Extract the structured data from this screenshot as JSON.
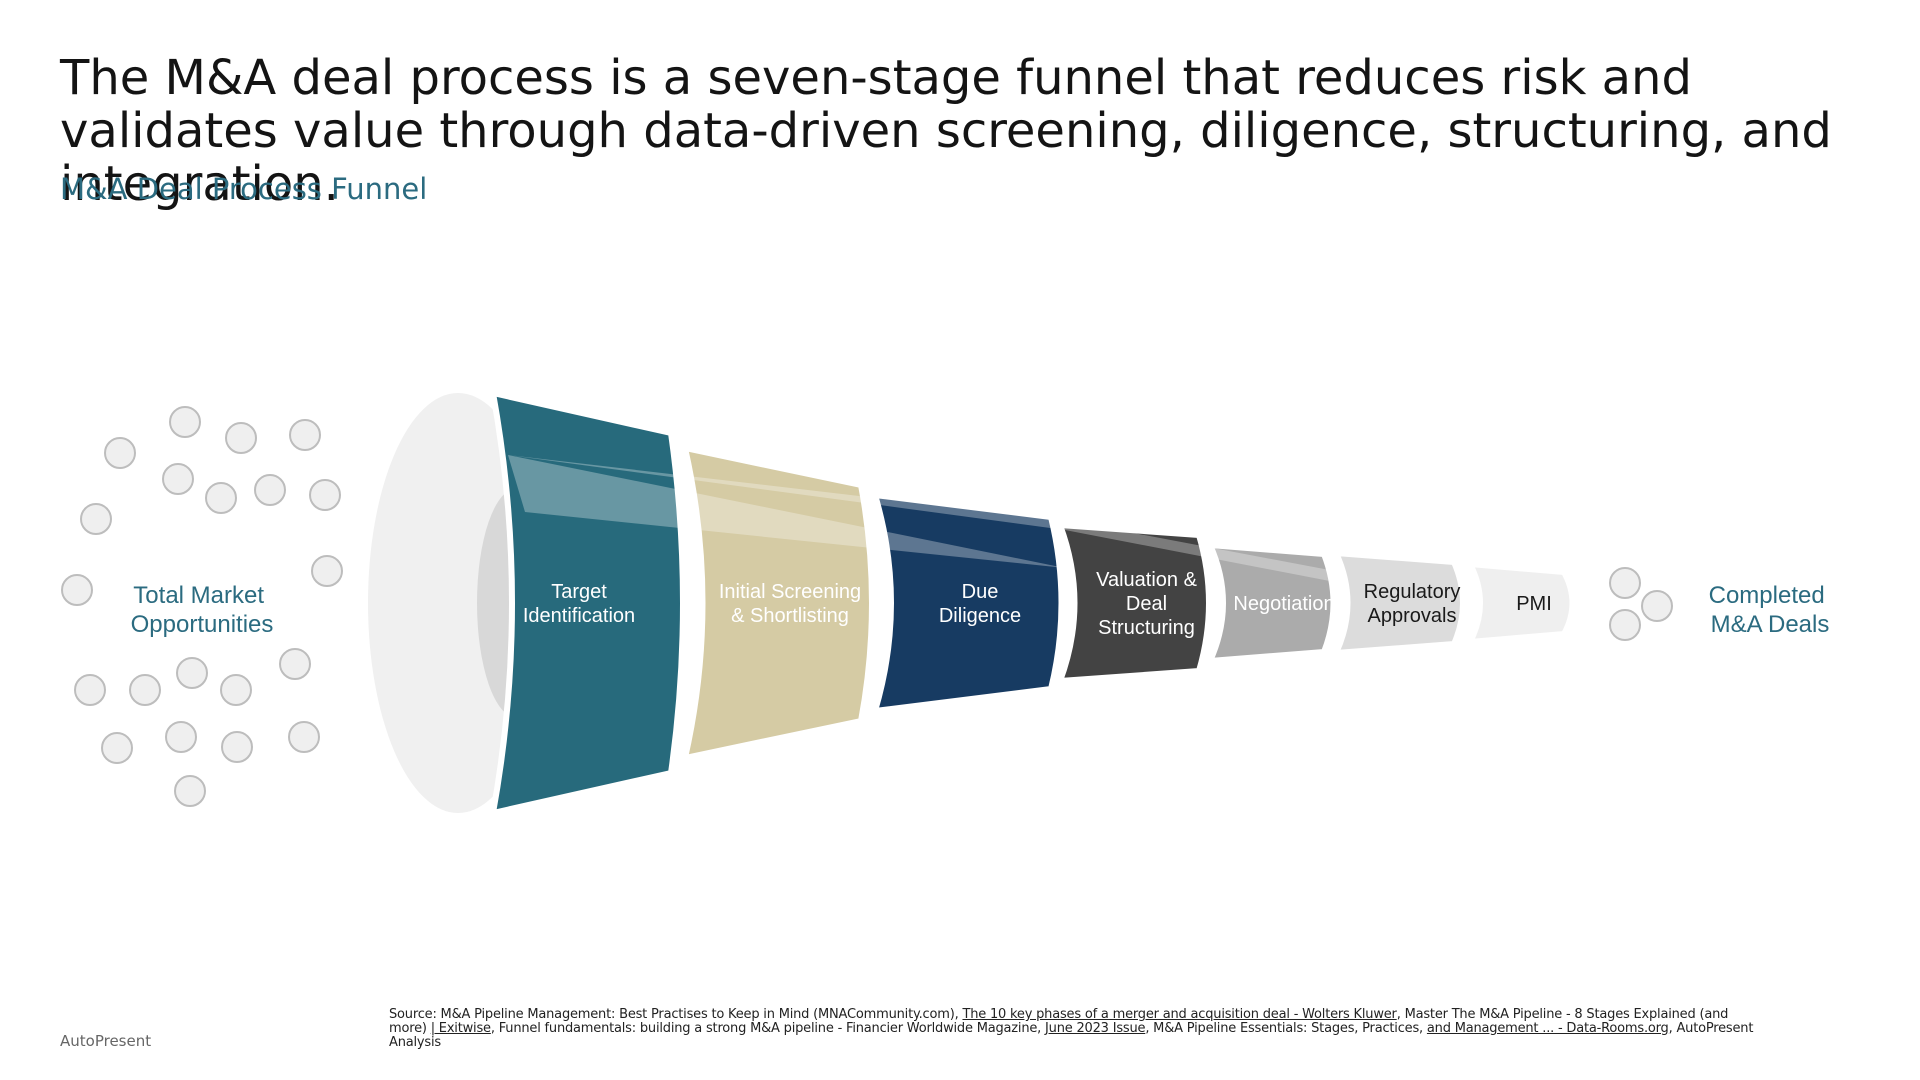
{
  "slide": {
    "title": "The M&A deal process is a seven-stage funnel that reduces risk and validates value through data-driven screening, diligence, structuring, and integration.",
    "subtitle": "M&A Deal Process Funnel"
  },
  "funnel": {
    "input_label": [
      "Total Market",
      "Opportunities"
    ],
    "output_label": [
      "Completed",
      "M&A Deals"
    ],
    "stages": [
      {
        "lines": [
          "Target",
          "Identification"
        ],
        "fill": "#276a7c",
        "text_color": "#ffffff"
      },
      {
        "lines": [
          "Initial Screening",
          "& Shortlisting"
        ],
        "fill": "#d5cba4",
        "text_color": "#ffffff"
      },
      {
        "lines": [
          "Due",
          "Diligence"
        ],
        "fill": "#173b62",
        "text_color": "#ffffff"
      },
      {
        "lines": [
          "Valuation &",
          "Deal",
          "Structuring"
        ],
        "fill": "#434343",
        "text_color": "#ffffff"
      },
      {
        "lines": [
          "Negotiation"
        ],
        "fill": "#ababab",
        "text_color": "#ffffff"
      },
      {
        "lines": [
          "Regulatory",
          "Approvals"
        ],
        "fill": "#dcdcdc",
        "text_color": "#1a1a1a"
      },
      {
        "lines": [
          "PMI"
        ],
        "fill": "#efefef",
        "text_color": "#1a1a1a"
      }
    ],
    "colors": {
      "accent": "#2b6b80",
      "bubble_fill": "#efefef",
      "bubble_stroke": "#bdbdbd",
      "mouth": "#f0f0f0"
    }
  },
  "footer": {
    "source_parts": [
      {
        "text": "Source: M&A Pipeline Management: Best Practises to Keep in Mind (MNACommunity.com), ",
        "u": false
      },
      {
        "text": "The 10 key phases of a merger and acquisition deal - Wolters Kluwer",
        "u": true
      },
      {
        "text": ", Master The M&A Pipeline - 8 Stages Explained (and more) ",
        "u": false
      },
      {
        "text": "| Exitwise",
        "u": true
      },
      {
        "text": ", Funnel fundamentals: building a strong M&A pipeline - Financier Worldwide Magazine, ",
        "u": false
      },
      {
        "text": "June 2023 Issue",
        "u": true
      },
      {
        "text": ", M&A Pipeline Essentials: Stages, Practices, ",
        "u": false
      },
      {
        "text": "and Management ... - Data-Rooms.org",
        "u": true
      },
      {
        "text": ", AutoPresent Analysis",
        "u": false
      }
    ],
    "brand": "AutoPresent"
  }
}
